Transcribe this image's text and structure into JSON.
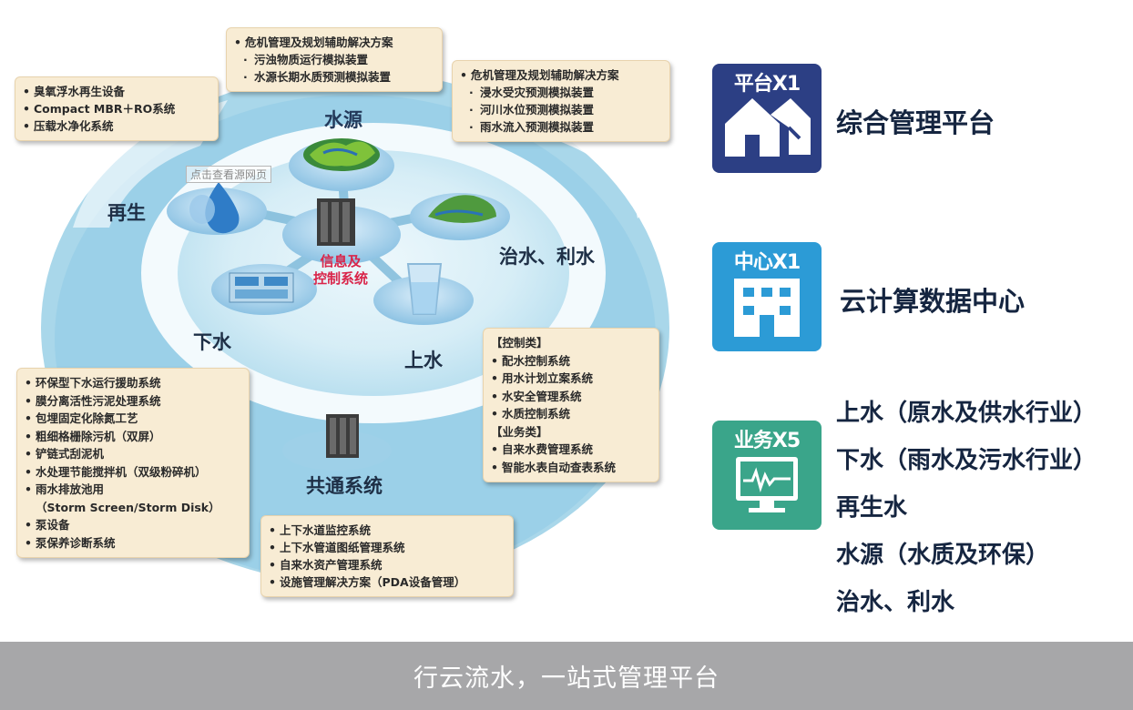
{
  "diagram": {
    "nodes": {
      "water_source": "水源",
      "regeneration": "再生",
      "treatment": "治水、利水",
      "drainage": "下水",
      "supply": "上水",
      "center": [
        "信息及",
        "控制系统"
      ],
      "common": "共通系统"
    },
    "notes": {
      "regen": [
        "臭氧浮水再生设备",
        "Compact MBR＋RO系统",
        "压载水净化系统"
      ],
      "source": {
        "title": "危机管理及规划辅助解决方案",
        "items": [
          "污浊物质运行模拟装置",
          "水源长期水质预测模拟装置"
        ]
      },
      "treat": {
        "title": "危机管理及规划辅助解决方案",
        "items": [
          "浸水受灾预测模拟装置",
          "河川水位预测模拟装置",
          "雨水流入预测模拟装置"
        ]
      },
      "drain": [
        "环保型下水运行援助系统",
        "膜分离活性污泥处理系统",
        "包埋固定化除氮工艺",
        "粗细格栅除污机（双屏）",
        "铲链式刮泥机",
        "水处理节能搅拌机（双级粉碎机）",
        "雨水排放池用",
        "（Storm Screen/Storm Disk）",
        "泵设备",
        "泵保养诊断系统"
      ],
      "supply": {
        "control_header": "【控制类】",
        "control_items": [
          "配水控制系统",
          "用水计划立案系统",
          "水安全管理系统",
          "水质控制系统"
        ],
        "business_header": "【业务类】",
        "business_items": [
          "自来水费管理系统",
          "智能水表自动查表系统"
        ]
      },
      "common": [
        "上下水道监控系统",
        "上下水管道图纸管理系统",
        "自来水资产管理系统",
        "设施管理解决方案（PDA设备管理）"
      ]
    },
    "watermark": "点击查看源网页"
  },
  "panel": {
    "platform": {
      "badge": "平台X1",
      "title": "综合管理平台",
      "color": "#2c3f84",
      "icon": "house-icon"
    },
    "center": {
      "badge": "中心X1",
      "title": "云计算数据中心",
      "color": "#2c9bd6",
      "icon": "building-icon"
    },
    "business": {
      "badge": "业务X5",
      "color": "#3aa58a",
      "icon": "monitor-icon",
      "items": [
        "上水（原水及供水行业）",
        "下水（雨水及污水行业）",
        "再生水",
        "水源（水质及环保）",
        "治水、利水"
      ]
    }
  },
  "footer": {
    "slogan": "行云流水，一站式管理平台"
  }
}
